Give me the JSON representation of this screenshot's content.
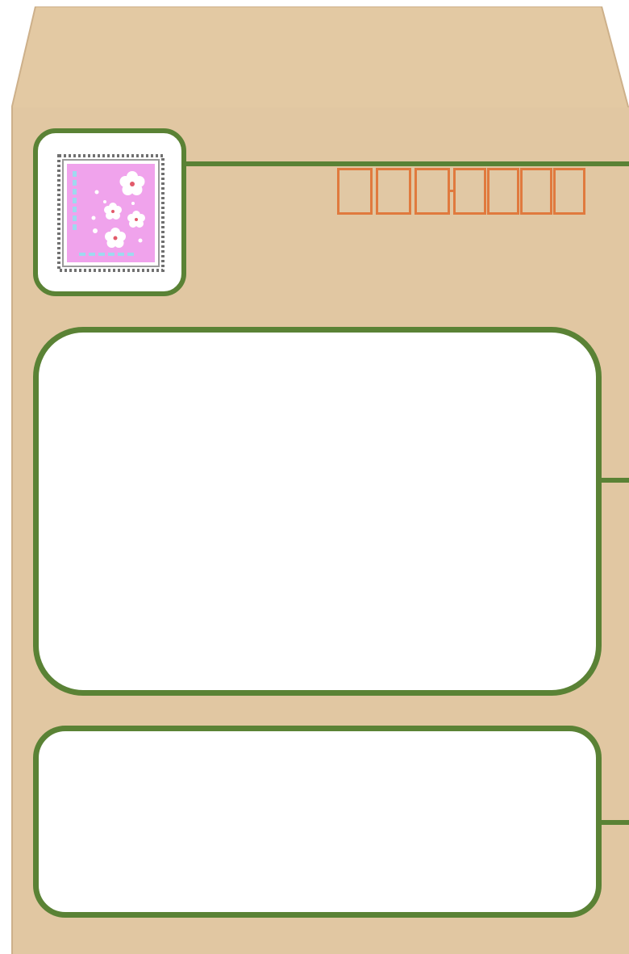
{
  "envelope": {
    "colors": {
      "paper": "#e1c7a2",
      "flap": "#e3c9a3",
      "edge": "#cdb08a",
      "postal_code_boxes": "#e07a3e",
      "frame_outline": "#5a8235",
      "stamp_pink": "#f0a3ec",
      "stamp_perforation": "#707070"
    },
    "postal_code": {
      "digit_boxes": 7,
      "grouping": [
        3,
        4
      ],
      "values": []
    },
    "stamp": {
      "icon": "cherry-blossom-stamp-icon",
      "motif": "plum-blossom-icon"
    },
    "address_area": {
      "lines": []
    },
    "sender_area": {
      "lines": []
    }
  }
}
